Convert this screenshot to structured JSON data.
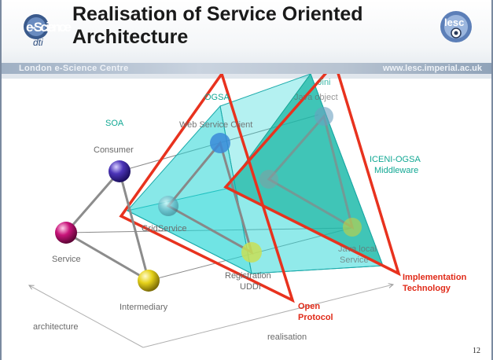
{
  "header": {
    "title_line1": "Realisation of Service Oriented",
    "title_line2": "Architecture",
    "left_banner": "London e-Science Centre",
    "right_banner": "www.lesc.imperial.ac.uk",
    "left_logo_text": "e-Science",
    "left_logo_sub": "dti",
    "right_logo_text": "lesc"
  },
  "diagram": {
    "soa_label": "SOA",
    "consumer": "Consumer",
    "service": "Service",
    "intermediary": "Intermediary",
    "architecture": "architecture",
    "realisation": "realisation",
    "ogsa": "OGSA",
    "web_service_client": "Web Service Client",
    "gridservice": "GridService",
    "registration": "Registration",
    "uddi": "UDDI",
    "jini": "Jini",
    "java_object": "Java object",
    "iceni_line1": "ICENI-OGSA",
    "iceni_line2": "Middleware",
    "java_local": "Java local",
    "service_small": "Service",
    "open_line1": "Open",
    "open_line2": "Protocol",
    "impl_line1": "Implementation",
    "impl_line2": "Technology"
  },
  "colors": {
    "consumer_sphere": "#4b34b8",
    "service_sphere": "#c8147a",
    "intermediary_sphere": "#e6d21a",
    "cyan_fill": "#27d6d6",
    "teal_fill": "#11a58a",
    "red_outline": "#e8321e",
    "teal_text": "#12a894",
    "red_text": "#e02a18"
  },
  "footer": {
    "page_number": "12"
  }
}
